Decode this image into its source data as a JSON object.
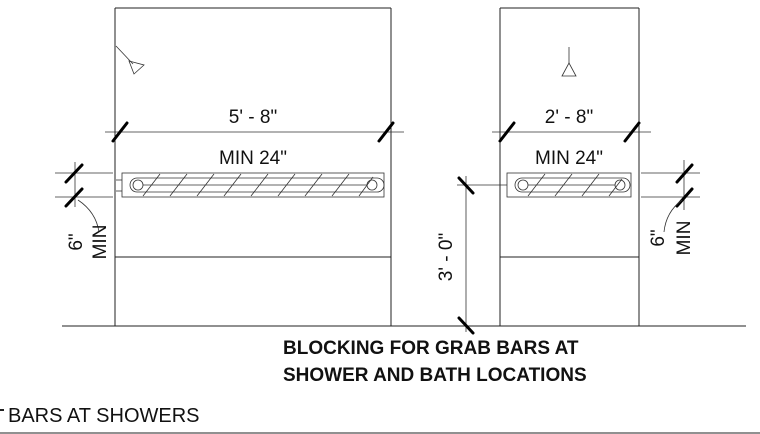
{
  "left_elevation": {
    "overall_dimension": "5' - 8\"",
    "grab_bar_min_length": "MIN 24\"",
    "offset_value": "6\"",
    "offset_qualifier": "MIN"
  },
  "right_elevation": {
    "overall_dimension": "2' - 8\"",
    "grab_bar_min_length": "MIN 24\"",
    "height_dimension": "3' - 0\"",
    "offset_value": "6\"",
    "offset_qualifier": "MIN"
  },
  "note": {
    "line1": "BLOCKING FOR GRAB BARS AT",
    "line2": "SHOWER AND BATH LOCATIONS"
  },
  "sheet_title": "BARS AT SHOWERS",
  "icons": [
    "shower-head-icon",
    "shower-head-icon",
    "grab-bar-icon",
    "grab-bar-icon"
  ]
}
